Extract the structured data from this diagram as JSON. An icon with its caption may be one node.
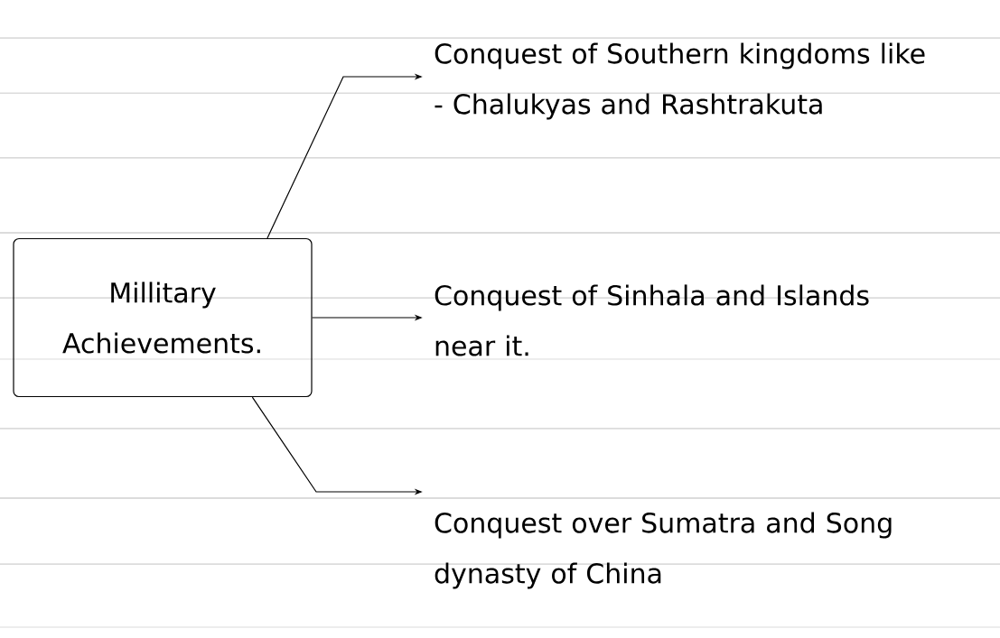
{
  "diagram": {
    "nodes": [
      {
        "text": [
          "Millitary Achievements."
        ]
      },
      {
        "text": [
          "Conquest of Southern kingdoms like - Chalukyas and Rashtrakuta"
        ]
      },
      {
        "text": [
          "Conquest of Sinhala and Islands near it."
        ]
      },
      {
        "text": [
          "Conquest over Sumatra and Song dynasty of China"
        ]
      }
    ],
    "edges": [
      {
        "from": 0,
        "to": 1,
        "arrow": "to"
      },
      {
        "from": 0,
        "to": 2,
        "arrow": "to"
      },
      {
        "from": 0,
        "to": 3,
        "arrow": "to"
      }
    ]
  }
}
